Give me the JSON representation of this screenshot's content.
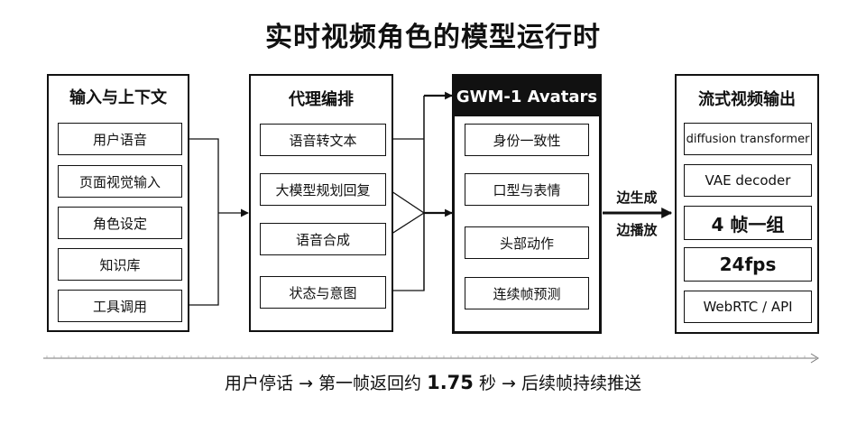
{
  "title": "实时视频角色的模型运行时",
  "input": {
    "header": "输入与上下文",
    "items": [
      "用户语音",
      "页面视觉输入",
      "角色设定",
      "知识库",
      "工具调用"
    ]
  },
  "orch": {
    "header": "代理编排",
    "items": [
      "语音转文本",
      "大模型规划回复",
      "语音合成",
      "状态与意图"
    ]
  },
  "gwm": {
    "header": "GWM-1 Avatars",
    "items": [
      "身份一致性",
      "口型与表情",
      "头部动作",
      "连续帧预测"
    ]
  },
  "output": {
    "header": "流式视频输出",
    "items": [
      "diffusion transformer",
      "VAE decoder",
      "4 帧一组",
      "24fps",
      "WebRTC / API"
    ]
  },
  "flow_label": [
    "边生成",
    "边播放"
  ],
  "timeline": {
    "part1": "用户停话 → 第一帧返回约 ",
    "value": "1.75",
    "part2": " 秒 → 后续帧持续推送"
  }
}
